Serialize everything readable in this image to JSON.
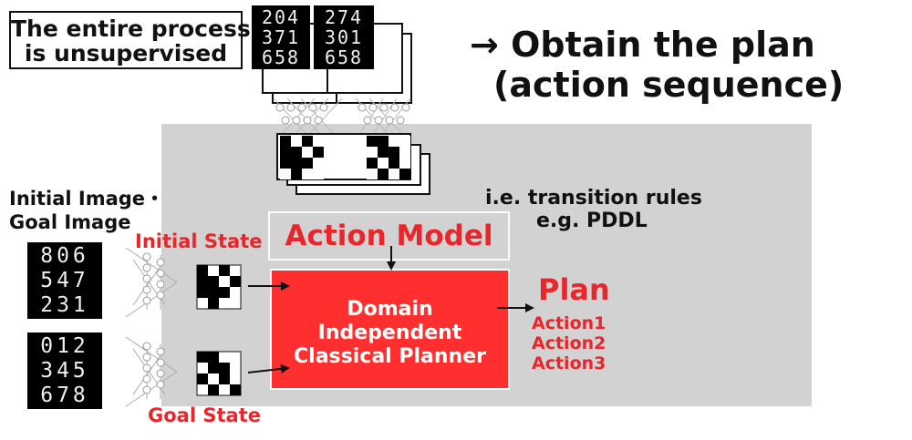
{
  "top_note": {
    "line1": "The entire process",
    "line2": "is unsupervised"
  },
  "headline": {
    "line1": "→ Obtain the plan",
    "line2": "(action sequence)"
  },
  "inputs": {
    "line1": "Initial Image・",
    "line2": "Goal Image"
  },
  "state_labels": {
    "initial": "Initial State",
    "goal": "Goal State"
  },
  "action_model": {
    "title": "Action Model",
    "note1": "i.e. transition rules",
    "note2": "e.g. PDDL"
  },
  "planner": {
    "line1": "Domain",
    "line2": "Independent",
    "line3": "Classical Planner"
  },
  "plan": {
    "title": "Plan",
    "actions": [
      "Action1",
      "Action2",
      "Action3"
    ]
  },
  "digit_images": {
    "stack_a": [
      "204",
      "371",
      "658"
    ],
    "stack_b": [
      "274",
      "301",
      "658"
    ],
    "initial": [
      "806",
      "547",
      "231"
    ],
    "goal": [
      "012",
      "345",
      "678"
    ]
  },
  "colors": {
    "accent_red": "#e8262b",
    "planner_fill": "#ff2f2f",
    "panel_gray": "#d2d2d2"
  }
}
